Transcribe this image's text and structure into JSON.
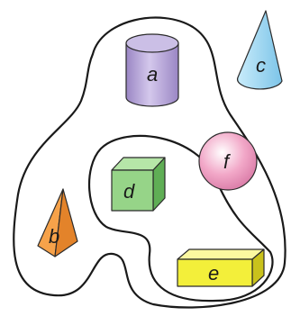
{
  "shapes": {
    "a": {
      "label": "a",
      "kind": "cylinder",
      "color": "#b8a6d8",
      "inside": [
        "outer-region"
      ]
    },
    "b": {
      "label": "b",
      "kind": "pyramid",
      "color": "#f6a24a",
      "inside": [
        "outer-region"
      ]
    },
    "c": {
      "label": "c",
      "kind": "cone",
      "color": "#9fd6f0",
      "inside": []
    },
    "d": {
      "label": "d",
      "kind": "cube",
      "color": "#8fce82",
      "inside": [
        "outer-region",
        "inner-region"
      ]
    },
    "e": {
      "label": "e",
      "kind": "rectangular-prism",
      "color": "#f3ef3a",
      "inside": [
        "outer-region",
        "inner-region"
      ]
    },
    "f": {
      "label": "f",
      "kind": "sphere",
      "color": "#f2a8c8",
      "inside": [
        "outer-region",
        "inner-region"
      ]
    }
  }
}
